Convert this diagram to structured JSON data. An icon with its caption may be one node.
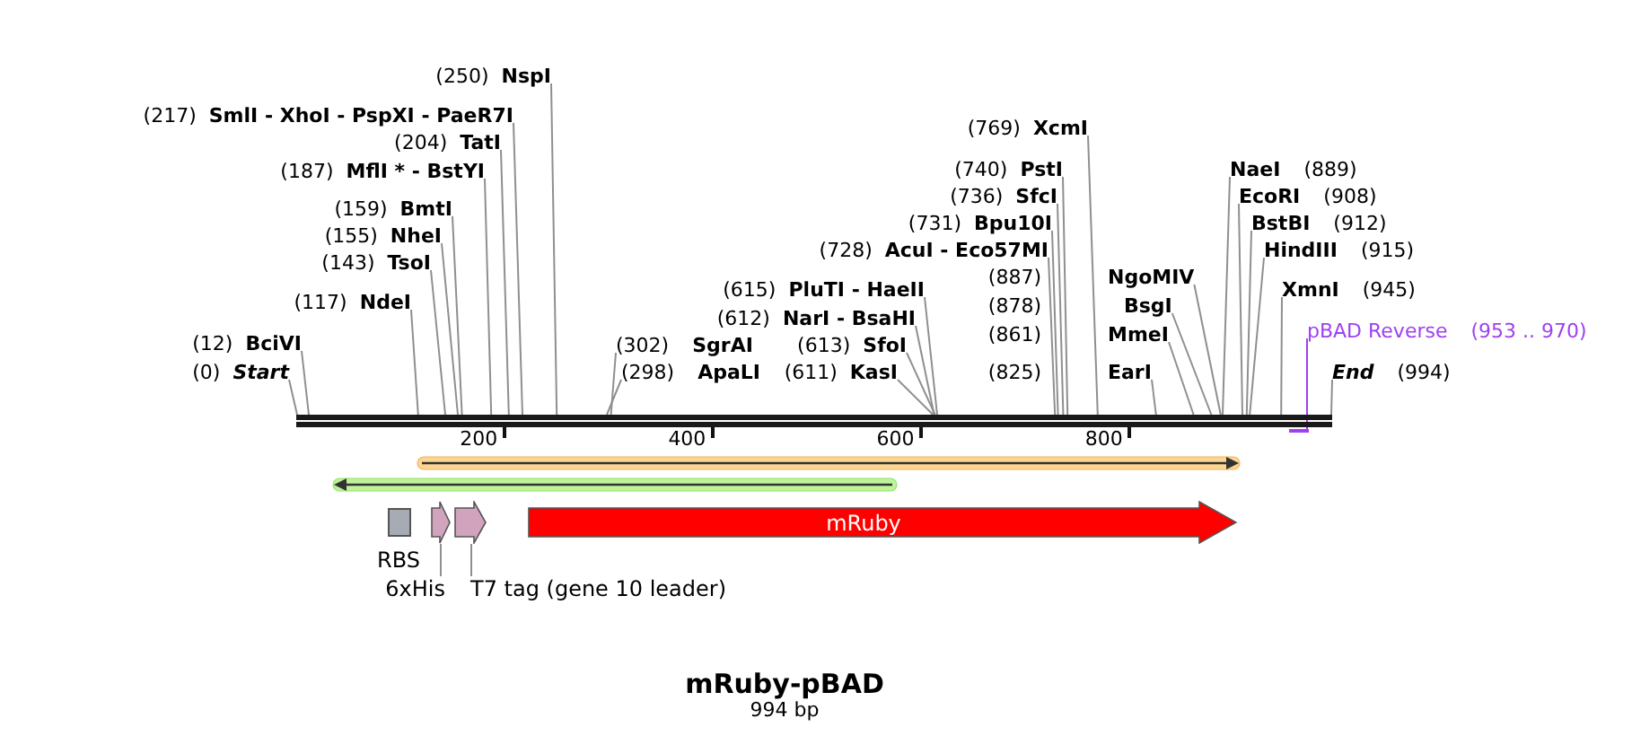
{
  "diagram": {
    "title": "mRuby-pBAD",
    "caption": "994 bp",
    "nodes": [
      {
        "text": [
          "(250)",
          "NspI"
        ]
      },
      {
        "text": [
          "(217)",
          "SmlI - XhoI - PspXI - PaeR7I"
        ]
      },
      {
        "text": [
          "(769)",
          "XcmI"
        ]
      },
      {
        "text": [
          "(204)",
          "TatI"
        ]
      },
      {
        "text": [
          "(187)",
          "MflI * - BstYI"
        ]
      },
      {
        "text": [
          "(740)",
          "PstI"
        ]
      },
      {
        "text": [
          "NaeI",
          "(889)"
        ]
      },
      {
        "text": [
          "(736)",
          "SfcI"
        ]
      },
      {
        "text": [
          "EcoRI",
          "(908)"
        ]
      },
      {
        "text": [
          "(159)",
          "BmtI"
        ]
      },
      {
        "text": [
          "(731)",
          "Bpu10I"
        ]
      },
      {
        "text": [
          "BstBI",
          "(912)"
        ]
      },
      {
        "text": [
          "(155)",
          "NheI"
        ]
      },
      {
        "text": [
          "(728)",
          "AcuI - Eco57MI"
        ]
      },
      {
        "text": [
          "HindIII",
          "(915)"
        ]
      },
      {
        "text": [
          "(143)",
          "TsoI"
        ]
      },
      {
        "text": [
          "(887)",
          "NgoMIV"
        ]
      },
      {
        "text": [
          "(615)",
          "PluTI - HaeII"
        ]
      },
      {
        "text": [
          "XmnI",
          "(945)"
        ]
      },
      {
        "text": [
          "(117)",
          "NdeI"
        ]
      },
      {
        "text": [
          "(878)",
          "BsgI"
        ]
      },
      {
        "text": [
          "(612)",
          "NarI - BsaHI"
        ]
      },
      {
        "text": [
          "pBAD Reverse",
          "(953 .. 970)"
        ]
      },
      {
        "text": [
          "(861)",
          "MmeI"
        ]
      },
      {
        "text": [
          "(12)",
          "BciVI"
        ]
      },
      {
        "text": [
          "(302)",
          "SgrAI"
        ]
      },
      {
        "text": [
          "(613)",
          "SfoI"
        ]
      },
      {
        "text": [
          "(0)",
          "Start"
        ]
      },
      {
        "text": [
          "(298)",
          "ApaLI"
        ]
      },
      {
        "text": [
          "(611)",
          "KasI"
        ]
      },
      {
        "text": [
          "(825)",
          "EarI"
        ]
      },
      {
        "text": [
          "End",
          "(994)"
        ]
      },
      {
        "text": [],
        "shape": "bar"
      },
      {
        "text": [],
        "shape": "bar"
      },
      {
        "text": [],
        "shape": "arrow"
      },
      {
        "text": [],
        "shape": "arrow"
      },
      {
        "text": [],
        "shape": "box",
        "beside": [
          "RBS"
        ]
      },
      {
        "text": [],
        "shape": "arrow"
      },
      {
        "text": [],
        "shape": "arrow"
      },
      {
        "text": [
          "mRuby"
        ]
      },
      {
        "text": [
          "6xHis"
        ]
      },
      {
        "text": [
          "T7 tag (gene 10 leader)"
        ]
      }
    ],
    "edges": [
      {
        "from": 0,
        "to": 32,
        "arrow": "none"
      },
      {
        "from": 1,
        "to": 32,
        "arrow": "none"
      },
      {
        "from": 2,
        "to": 32,
        "arrow": "none"
      },
      {
        "from": 3,
        "to": 32,
        "arrow": "none"
      },
      {
        "from": 4,
        "to": 32,
        "arrow": "none"
      },
      {
        "from": 5,
        "to": 32,
        "arrow": "none"
      },
      {
        "from": 6,
        "to": 32,
        "arrow": "none"
      },
      {
        "from": 7,
        "to": 32,
        "arrow": "none"
      },
      {
        "from": 8,
        "to": 32,
        "arrow": "none"
      },
      {
        "from": 9,
        "to": 32,
        "arrow": "none"
      },
      {
        "from": 10,
        "to": 32,
        "arrow": "none"
      },
      {
        "from": 11,
        "to": 32,
        "arrow": "none"
      },
      {
        "from": 12,
        "to": 32,
        "arrow": "none"
      },
      {
        "from": 13,
        "to": 32,
        "arrow": "none"
      },
      {
        "from": 14,
        "to": 32,
        "arrow": "none"
      },
      {
        "from": 15,
        "to": 32,
        "arrow": "none"
      },
      {
        "from": 16,
        "to": 32,
        "arrow": "none"
      },
      {
        "from": 17,
        "to": 32,
        "arrow": "none"
      },
      {
        "from": 18,
        "to": 32,
        "arrow": "none"
      },
      {
        "from": 19,
        "to": 32,
        "arrow": "none"
      },
      {
        "from": 20,
        "to": 32,
        "arrow": "none"
      },
      {
        "from": 21,
        "to": 32,
        "arrow": "none"
      },
      {
        "from": 22,
        "to": 33,
        "arrow": "none",
        "color": "#a040f0"
      },
      {
        "from": 23,
        "to": 32,
        "arrow": "none"
      },
      {
        "from": 24,
        "to": 32,
        "arrow": "none"
      },
      {
        "from": 25,
        "to": 32,
        "arrow": "none"
      },
      {
        "from": 26,
        "to": 32,
        "arrow": "none"
      },
      {
        "from": 27,
        "to": 32,
        "arrow": "none"
      },
      {
        "from": 28,
        "to": 32,
        "arrow": "none"
      },
      {
        "from": 29,
        "to": 32,
        "arrow": "none"
      },
      {
        "from": 30,
        "to": 32,
        "arrow": "none"
      },
      {
        "from": 31,
        "to": 32,
        "arrow": "none"
      },
      {
        "from": 40,
        "to": 37,
        "arrow": "none"
      },
      {
        "from": 41,
        "to": 38,
        "arrow": "none"
      }
    ],
    "labels": [
      "200",
      "400",
      "600",
      "800"
    ]
  }
}
